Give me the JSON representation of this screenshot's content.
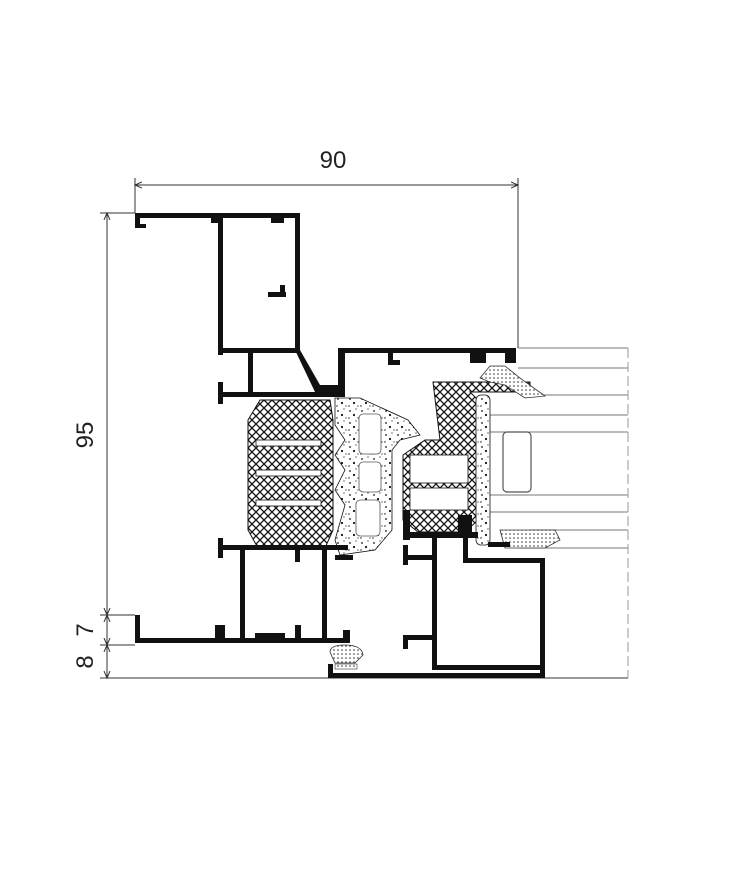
{
  "drawing": {
    "dimensions": {
      "width_total": "90",
      "height_total": "95",
      "lower_step": "7",
      "bottom_offset": "8"
    },
    "colors": {
      "profile": "#111111",
      "dimension_lines": "#333333",
      "glazing_lines": "#777777"
    }
  }
}
